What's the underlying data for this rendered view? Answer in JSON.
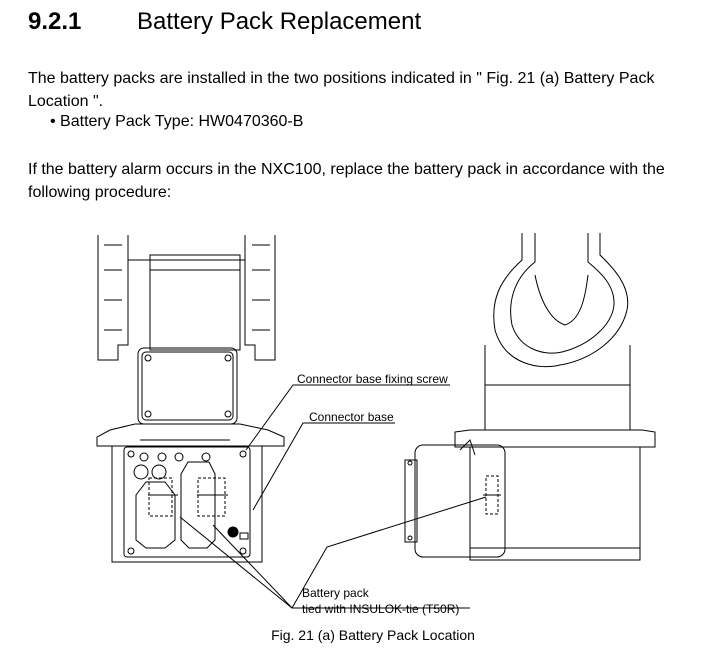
{
  "section": {
    "number": "9.2.1",
    "title": "Battery Pack Replacement"
  },
  "paragraphs": {
    "intro": "The battery packs are installed in the two positions indicated in \" Fig. 21 (a)  Battery Pack Location \".",
    "bullet": "• Battery Pack Type: HW0470360-B",
    "procedure": "If the battery alarm occurs in the NXC100, replace the battery pack in accordance with the following procedure:"
  },
  "figure": {
    "labels": {
      "fixing_screw": "Connector base fixing screw",
      "connector_base": "Connector base",
      "battery_line1": "Battery pack",
      "battery_line2": "tied with INSULOK-tie (T50R)"
    },
    "caption": "Fig. 21 (a)  Battery Pack Location"
  }
}
